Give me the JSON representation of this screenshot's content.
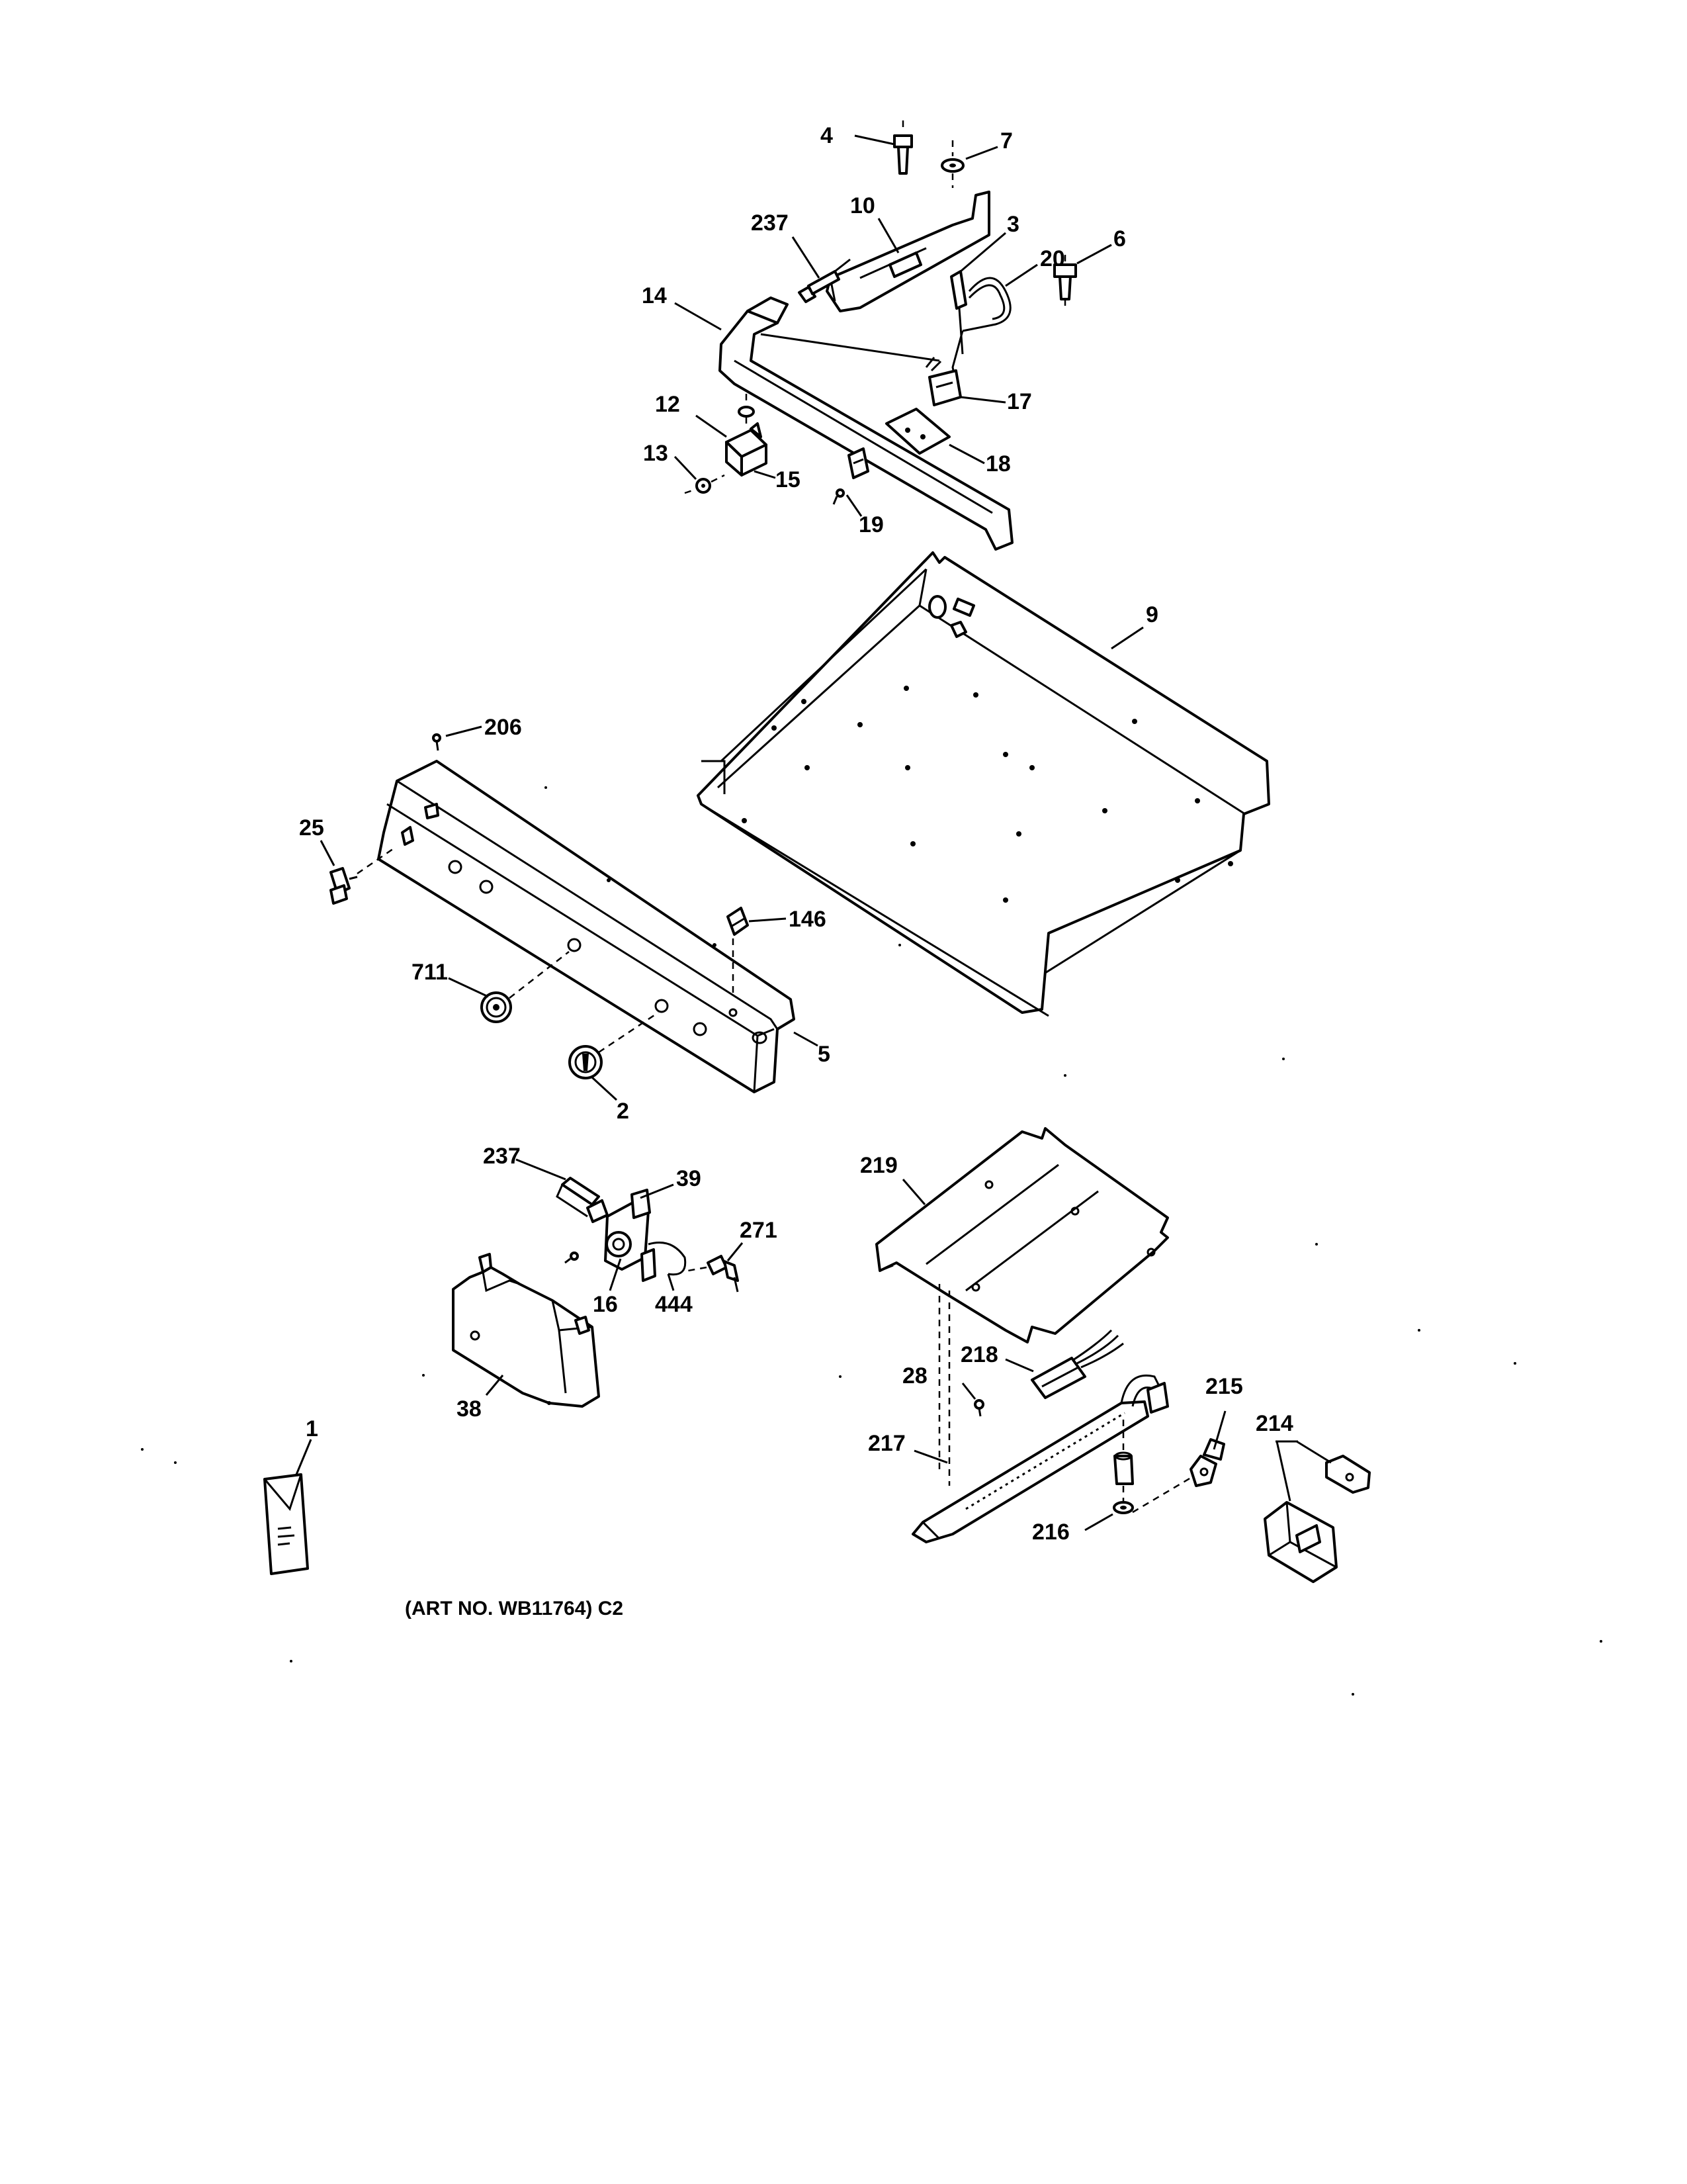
{
  "labels": {
    "l4": "4",
    "l7": "7",
    "l10": "10",
    "l3": "3",
    "l237a": "237",
    "l20": "20",
    "l6": "6",
    "l14": "14",
    "l17": "17",
    "l12": "12",
    "l18": "18",
    "l13": "13",
    "l15": "15",
    "l19": "19",
    "l9": "9",
    "l206": "206",
    "l25": "25",
    "l146": "146",
    "l711": "711",
    "l5": "5",
    "l2": "2",
    "l237b": "237",
    "l39": "39",
    "l271": "271",
    "l16": "16",
    "l444": "444",
    "l38": "38",
    "l219": "219",
    "l218": "218",
    "l28": "28",
    "l215": "215",
    "l217": "217",
    "l214": "214",
    "l216": "216",
    "l1": "1"
  },
  "caption": "(ART NO. WB11764) C2",
  "colors": {
    "ink": "#000000",
    "paper": "#ffffff"
  }
}
